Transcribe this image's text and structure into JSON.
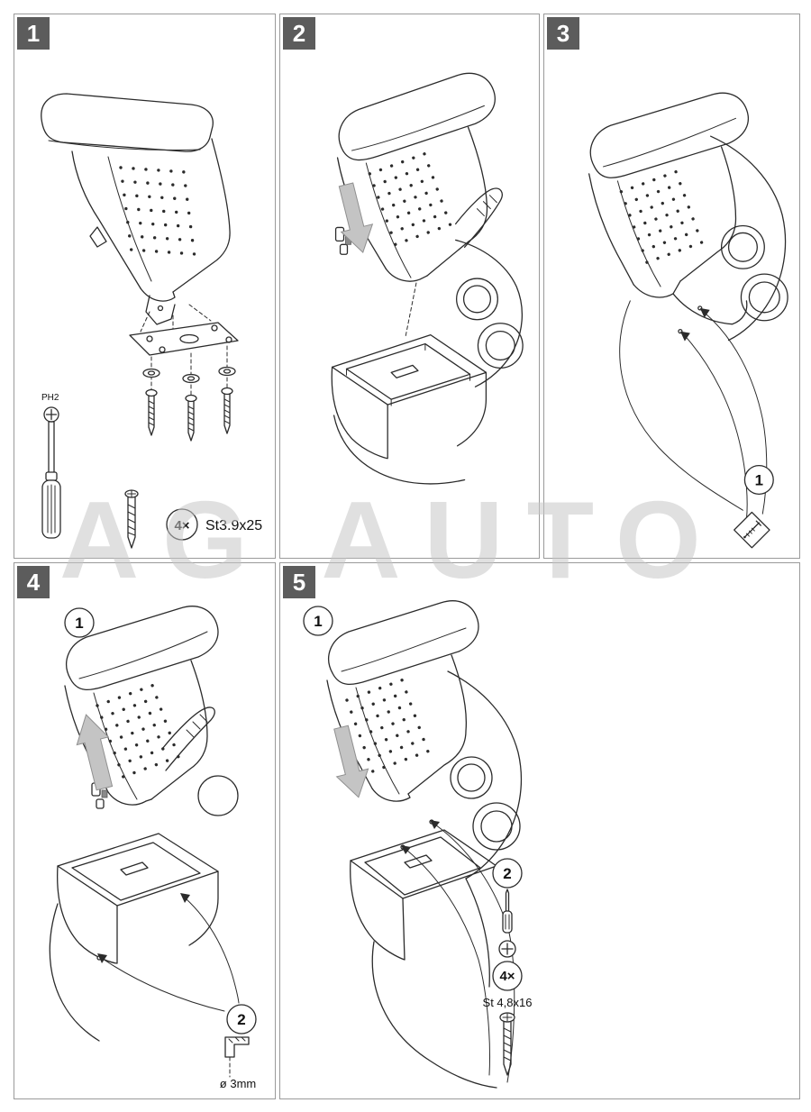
{
  "watermark": "AG AUTO",
  "colors": {
    "line": "#2b2b2b",
    "badge_background": "#5c5c5c",
    "motion_arrow_gray": "#c4c4c4",
    "watermark_gray": "#c6c6c6"
  },
  "panel1": {
    "step": "1",
    "tool_label": "PH2",
    "qty_label": "4×",
    "screw_label": "St3.9x25"
  },
  "panel2": {
    "step": "2"
  },
  "panel3": {
    "step": "3",
    "callout1": "1"
  },
  "panel4": {
    "step": "4",
    "callout1": "1",
    "callout2": "2",
    "drill_label": "ø 3mm"
  },
  "panel5": {
    "step": "5",
    "callout1": "1",
    "callout2": "2",
    "qty_label": "4×",
    "screw_label": "St 4,8x16"
  },
  "icons": {
    "phillips_bit": "phillips-cross-in-circle",
    "screwdriver": "phillips-screwdriver",
    "screw": "self-tapping-screw",
    "washer": "flat-washer",
    "mounting_plate": "mounting-plate",
    "marking_tool": "screw-marking-diamond",
    "insert_arrow": "gray-motion-arrow-down",
    "remove_arrow": "gray-motion-arrow-up",
    "drill_detail": "drill-hole-bracket"
  }
}
